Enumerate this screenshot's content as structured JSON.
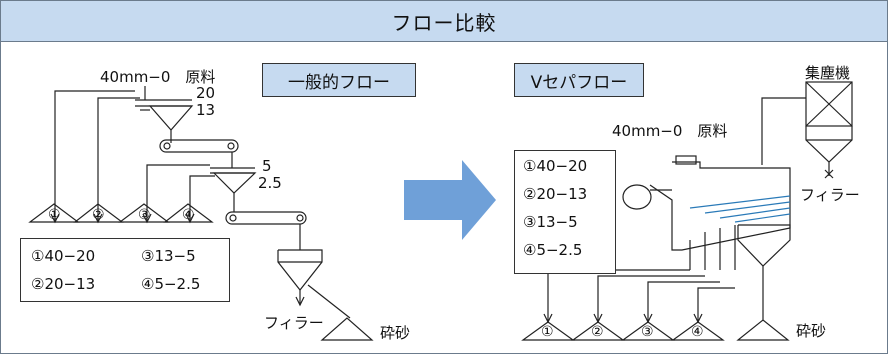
{
  "title": "フロー比較",
  "left": {
    "label": "一般的フロー",
    "material": "40mm−0　原料",
    "screen1_a": "20",
    "screen1_b": "13",
    "screen2_a": "5",
    "screen2_b": "2.5",
    "pile_labels": [
      "①",
      "②",
      "③",
      "④"
    ],
    "legend": [
      "①40−20",
      "③13−5",
      "②20−13",
      "④5−2.5"
    ],
    "filler": "フィラー",
    "sand": "砕砂"
  },
  "right": {
    "label": "Vセパフロー",
    "material": "40mm−0　原料",
    "collector": "集塵機",
    "filler": "フィラー",
    "legend": [
      "①40−20",
      "②20−13",
      "③13−5",
      "④5−2.5"
    ],
    "pile_labels": [
      "①",
      "②",
      "③",
      "④"
    ],
    "sand": "砕砂"
  },
  "colors": {
    "header_bg": "#c6daf0",
    "arrow": "#6fa0d8",
    "screen_lines": "#2a7ab8"
  }
}
